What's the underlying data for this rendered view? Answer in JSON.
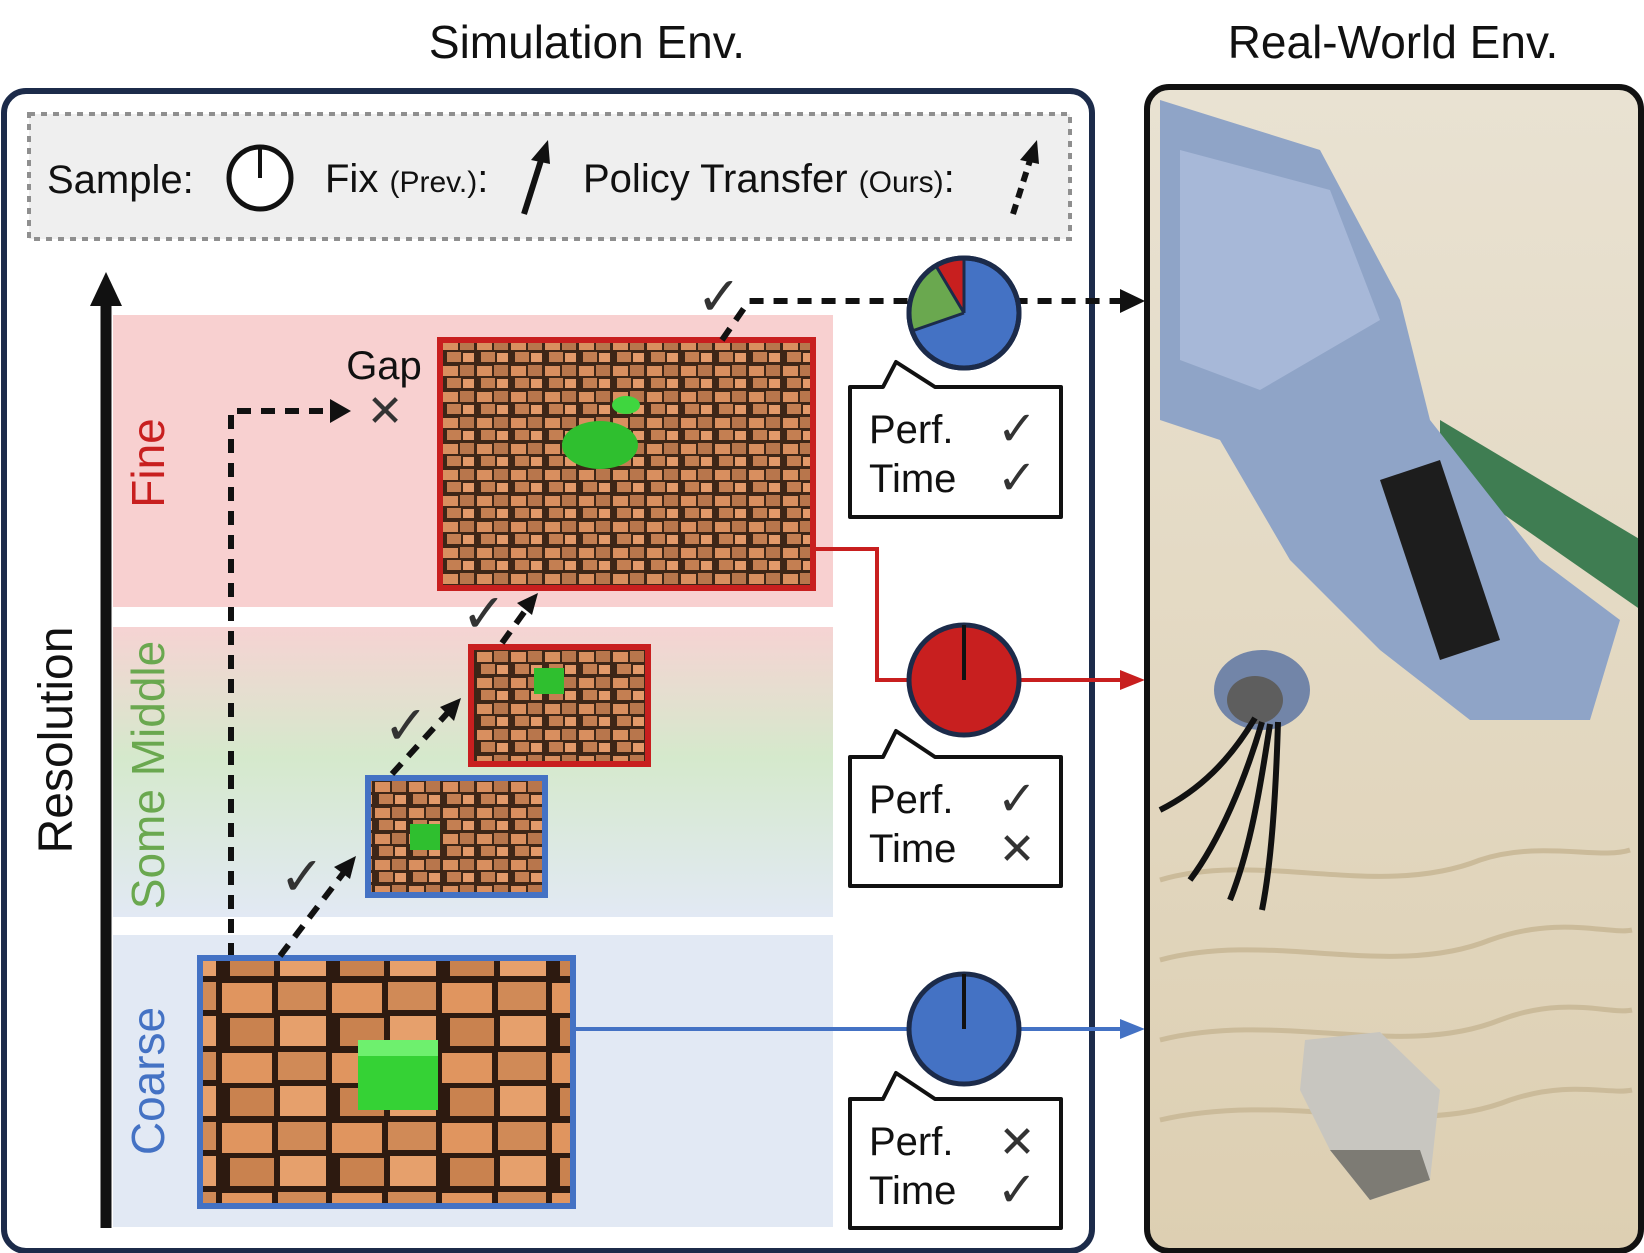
{
  "headers": {
    "simulation": "Simulation Env.",
    "real_world": "Real-World Env."
  },
  "legend": {
    "sample_label": "Sample:",
    "fix_label": "Fix",
    "fix_note": "(Prev.)",
    "fix_colon": ":",
    "transfer_label": "Policy Transfer",
    "transfer_note": "(Ours)",
    "transfer_colon": ":"
  },
  "axis_label": "Resolution",
  "bands": {
    "fine": "Fine",
    "middle": "Some Middle",
    "coarse": "Coarse"
  },
  "gap_label": "Gap",
  "check_glyph": "✓",
  "cross_glyph": "✕",
  "callouts": [
    {
      "perf_label": "Perf.",
      "perf_mark": "✓",
      "time_label": "Time",
      "time_mark": "✓"
    },
    {
      "perf_label": "Perf.",
      "perf_mark": "✓",
      "time_label": "Time",
      "time_mark": "✕"
    },
    {
      "perf_label": "Perf.",
      "perf_mark": "✕",
      "time_label": "Time",
      "time_mark": "✓"
    }
  ],
  "colors": {
    "fine": "#c81f1f",
    "middle": "#6aa84f",
    "coarse": "#4472c4",
    "fine_band": "#f8d0d0",
    "middle_band": "#dcebd3",
    "coarse_band": "#e2e9f4",
    "frame": "#1c2b4a"
  }
}
